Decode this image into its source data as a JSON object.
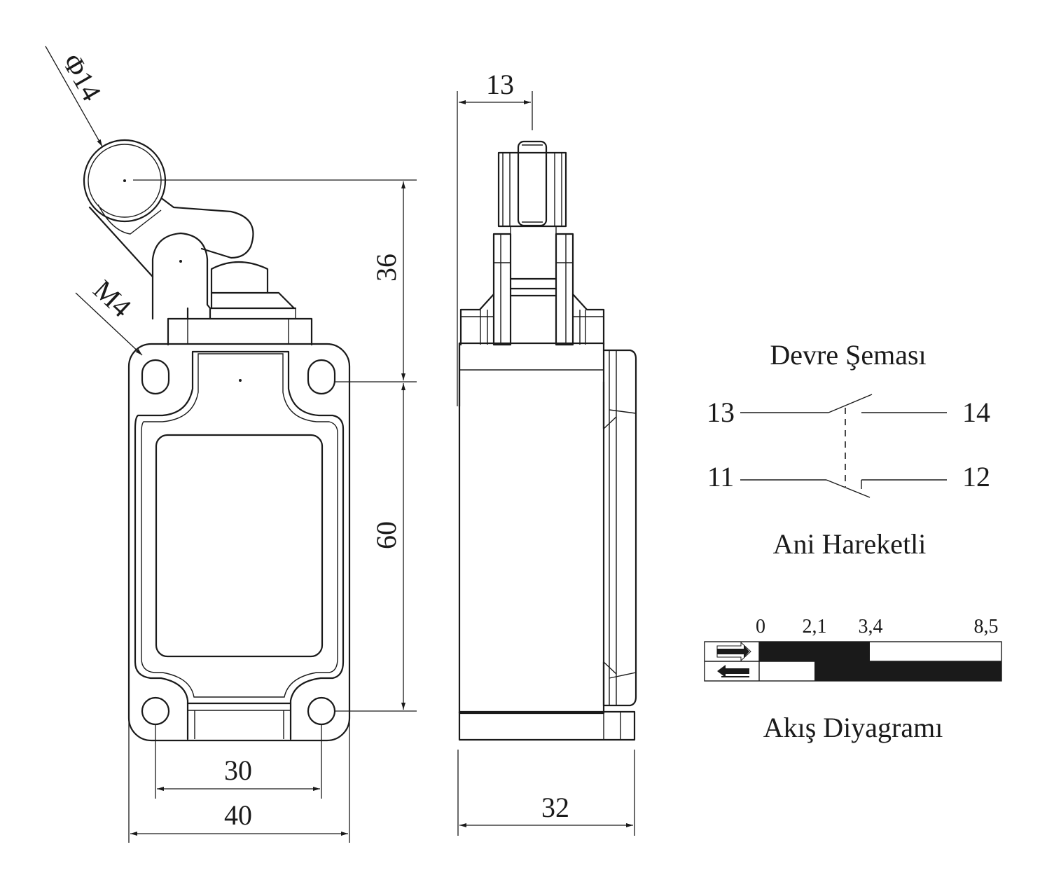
{
  "dimensions": {
    "roller_diameter": "Φ14",
    "screw_thread": "M4",
    "roller_width": "13",
    "lever_height": "36",
    "body_height": "60",
    "hole_spacing": "30",
    "body_width": "40",
    "body_depth": "32"
  },
  "circuit": {
    "title": "Devre Şeması",
    "terminal_13": "13",
    "terminal_14": "14",
    "terminal_11": "11",
    "terminal_12": "12",
    "action_type": "Ani Hareketli"
  },
  "travel_diagram": {
    "title": "Akış Diyagramı",
    "ticks": [
      "0",
      "2,1",
      "3,4",
      "8,5"
    ],
    "rows": [
      {
        "direction": "forward",
        "icon": "arrow-right-icon",
        "filled_from": 0,
        "filled_to": 3.4
      },
      {
        "direction": "return",
        "icon": "arrow-left-icon",
        "filled_from": 2.1,
        "filled_to": 8.5
      }
    ],
    "scale_max": 8.5
  }
}
